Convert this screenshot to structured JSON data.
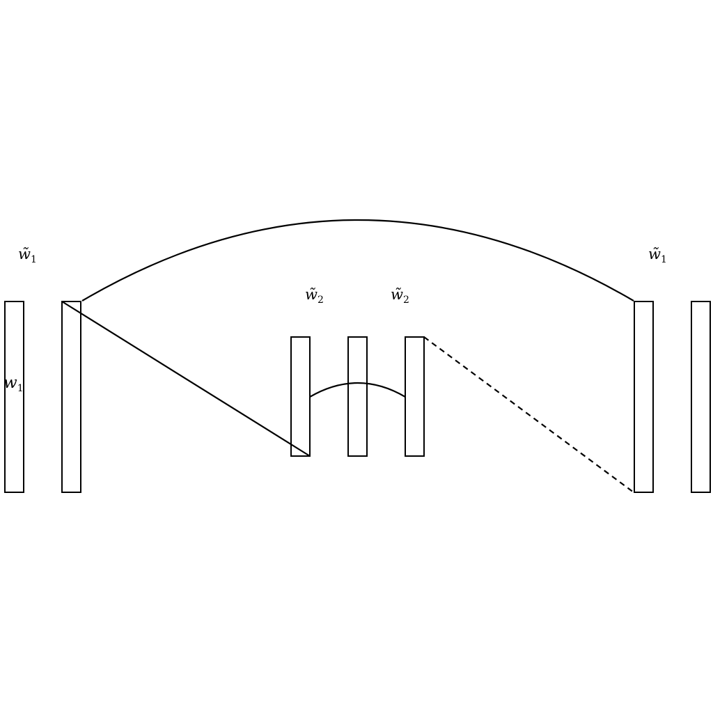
{
  "diagram": {
    "labels": {
      "w1_tilde_left": {
        "base": "w̃",
        "sub": "1"
      },
      "w1_tilde_right": {
        "base": "w̃",
        "sub": "1"
      },
      "w2_tilde_left": {
        "base": "w̃",
        "sub": "2"
      },
      "w2_tilde_right": {
        "base": "w̃",
        "sub": "2"
      },
      "w1_plain": {
        "base": "w",
        "sub": "1"
      }
    },
    "equals_sign": "=",
    "bars": [
      "outer-left",
      "left",
      "inner-left",
      "inner-center",
      "inner-right",
      "right",
      "outer-right"
    ],
    "connections": [
      {
        "name": "top-arc",
        "style": "solid"
      },
      {
        "name": "left-diagonal",
        "style": "solid"
      },
      {
        "name": "inner-arc",
        "style": "solid"
      },
      {
        "name": "right-diagonal",
        "style": "dashed"
      }
    ]
  }
}
